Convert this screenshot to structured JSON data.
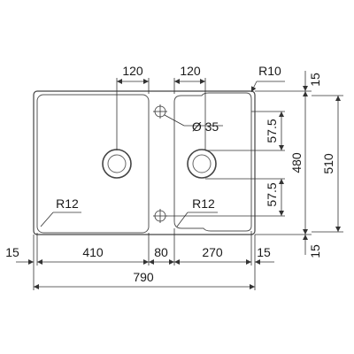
{
  "dimensions": {
    "drain_offset_left": "120",
    "drain_offset_right": "120",
    "corner_radius_top": "R10",
    "overflow_diameter": "Ø 35",
    "tap_offset_top": "57.5",
    "tap_offset_bottom": "57.5",
    "corner_radius_left_basin": "R12",
    "corner_radius_right_basin": "R12",
    "margin_left": "15",
    "left_basin_width": "410",
    "divider_width": "80",
    "right_basin_width": "270",
    "margin_right": "15",
    "total_width": "790",
    "margin_top": "15",
    "margin_bottom": "15",
    "basin_depth": "480",
    "total_depth": "510"
  }
}
